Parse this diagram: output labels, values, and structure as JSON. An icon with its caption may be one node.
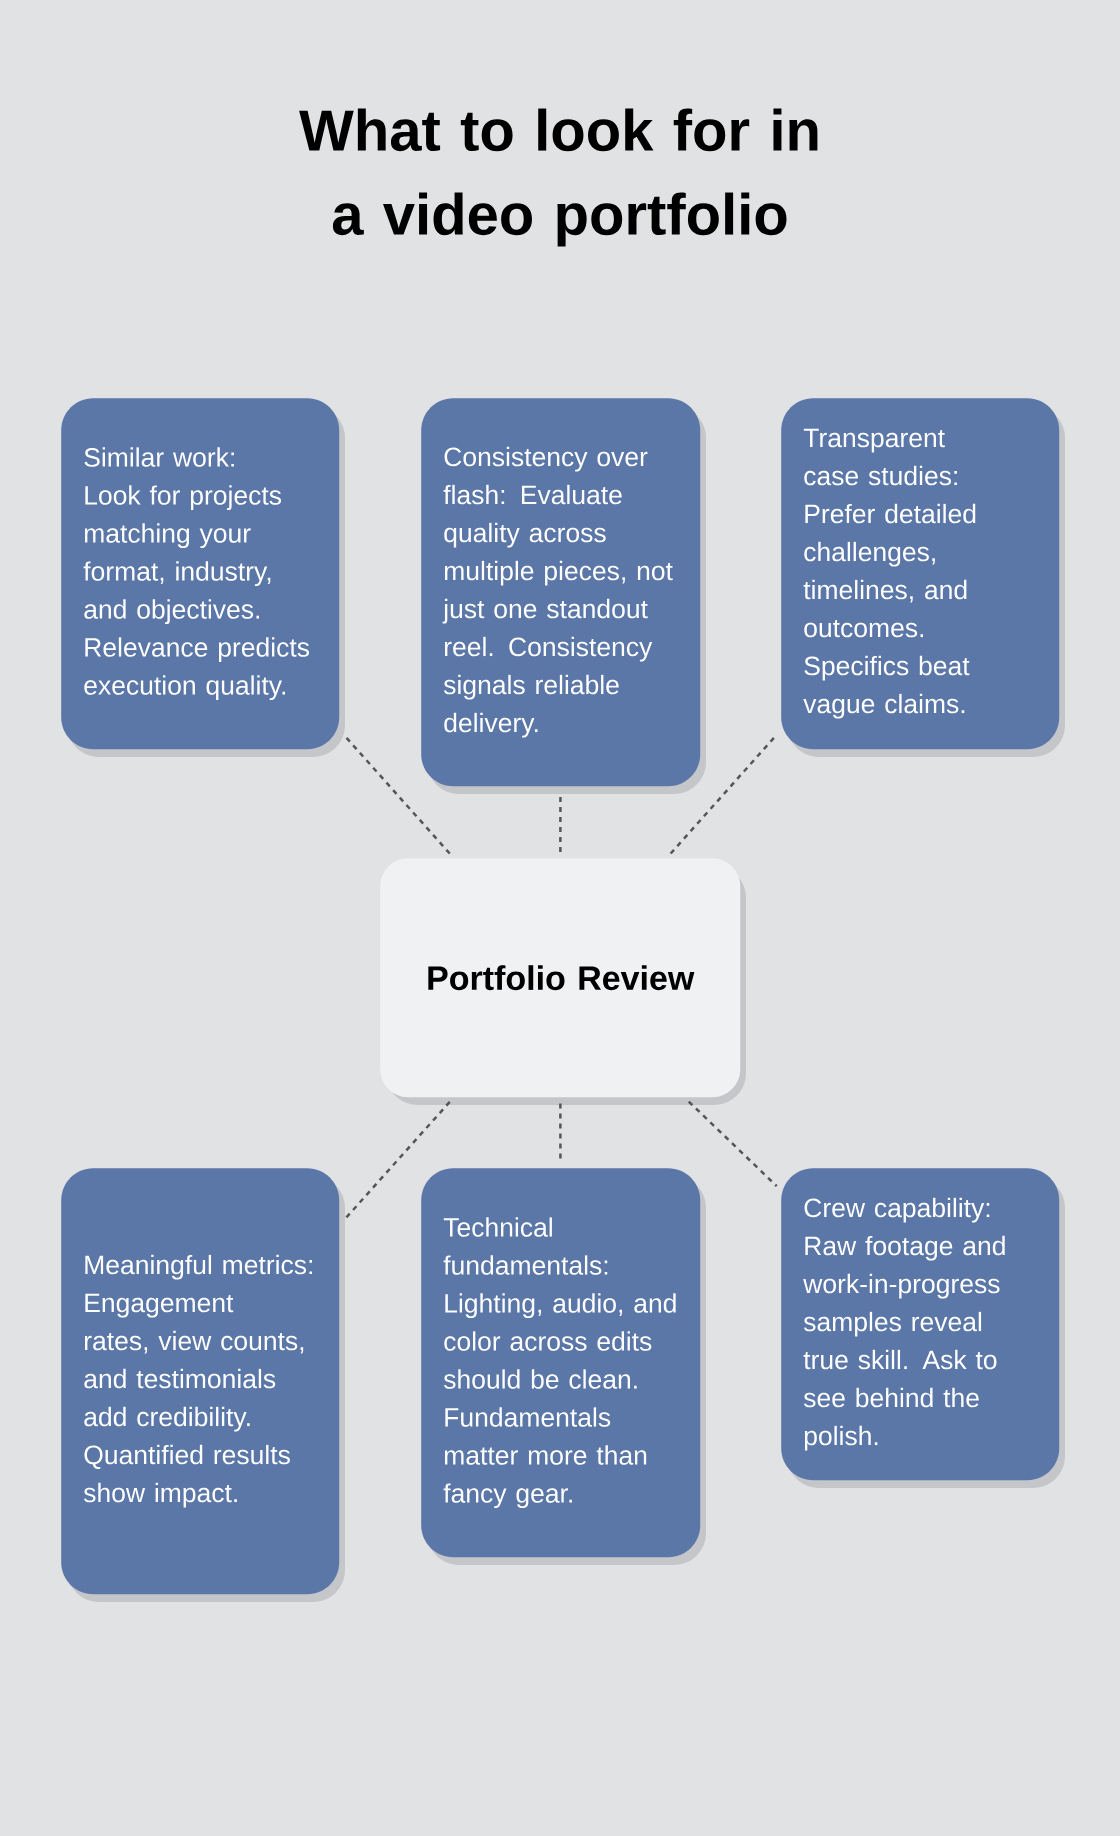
{
  "diagram": {
    "title": "What to look for in a video portfolio",
    "nodes": [
      {
        "text": [
          "Similar work: Look for projects matching your format, industry, and objectives. Relevance predicts execution quality."
        ]
      },
      {
        "text": [
          "Consistency over flash: Evaluate quality across multiple pieces, not just one standout reel. Consistency signals reliable delivery."
        ]
      },
      {
        "text": [
          "Transparent case studies: Prefer detailed challenges, timelines, and outcomes. Specifics beat vague claims."
        ]
      },
      {
        "text": [
          "Portfolio Review"
        ]
      },
      {
        "text": [
          "Meaningful metrics: Engagement rates, view counts, and testimonials add credibility. Quantified results show impact."
        ]
      },
      {
        "text": [
          "Technical fundamentals: Lighting, audio, and color across edits should be clean. Fundamentals matter more than fancy gear."
        ]
      },
      {
        "text": [
          "Crew capability: Raw footage and work-in-progress samples reveal true skill. Ask to see behind the polish."
        ]
      }
    ],
    "edges": [
      {
        "from": 3,
        "to": 0,
        "arrow": "none",
        "style": "dashed"
      },
      {
        "from": 3,
        "to": 1,
        "arrow": "none",
        "style": "dashed"
      },
      {
        "from": 3,
        "to": 2,
        "arrow": "none",
        "style": "dashed"
      },
      {
        "from": 3,
        "to": 4,
        "arrow": "none",
        "style": "dashed"
      },
      {
        "from": 3,
        "to": 5,
        "arrow": "none",
        "style": "dashed"
      },
      {
        "from": 3,
        "to": 6,
        "arrow": "none",
        "style": "dashed"
      }
    ]
  }
}
